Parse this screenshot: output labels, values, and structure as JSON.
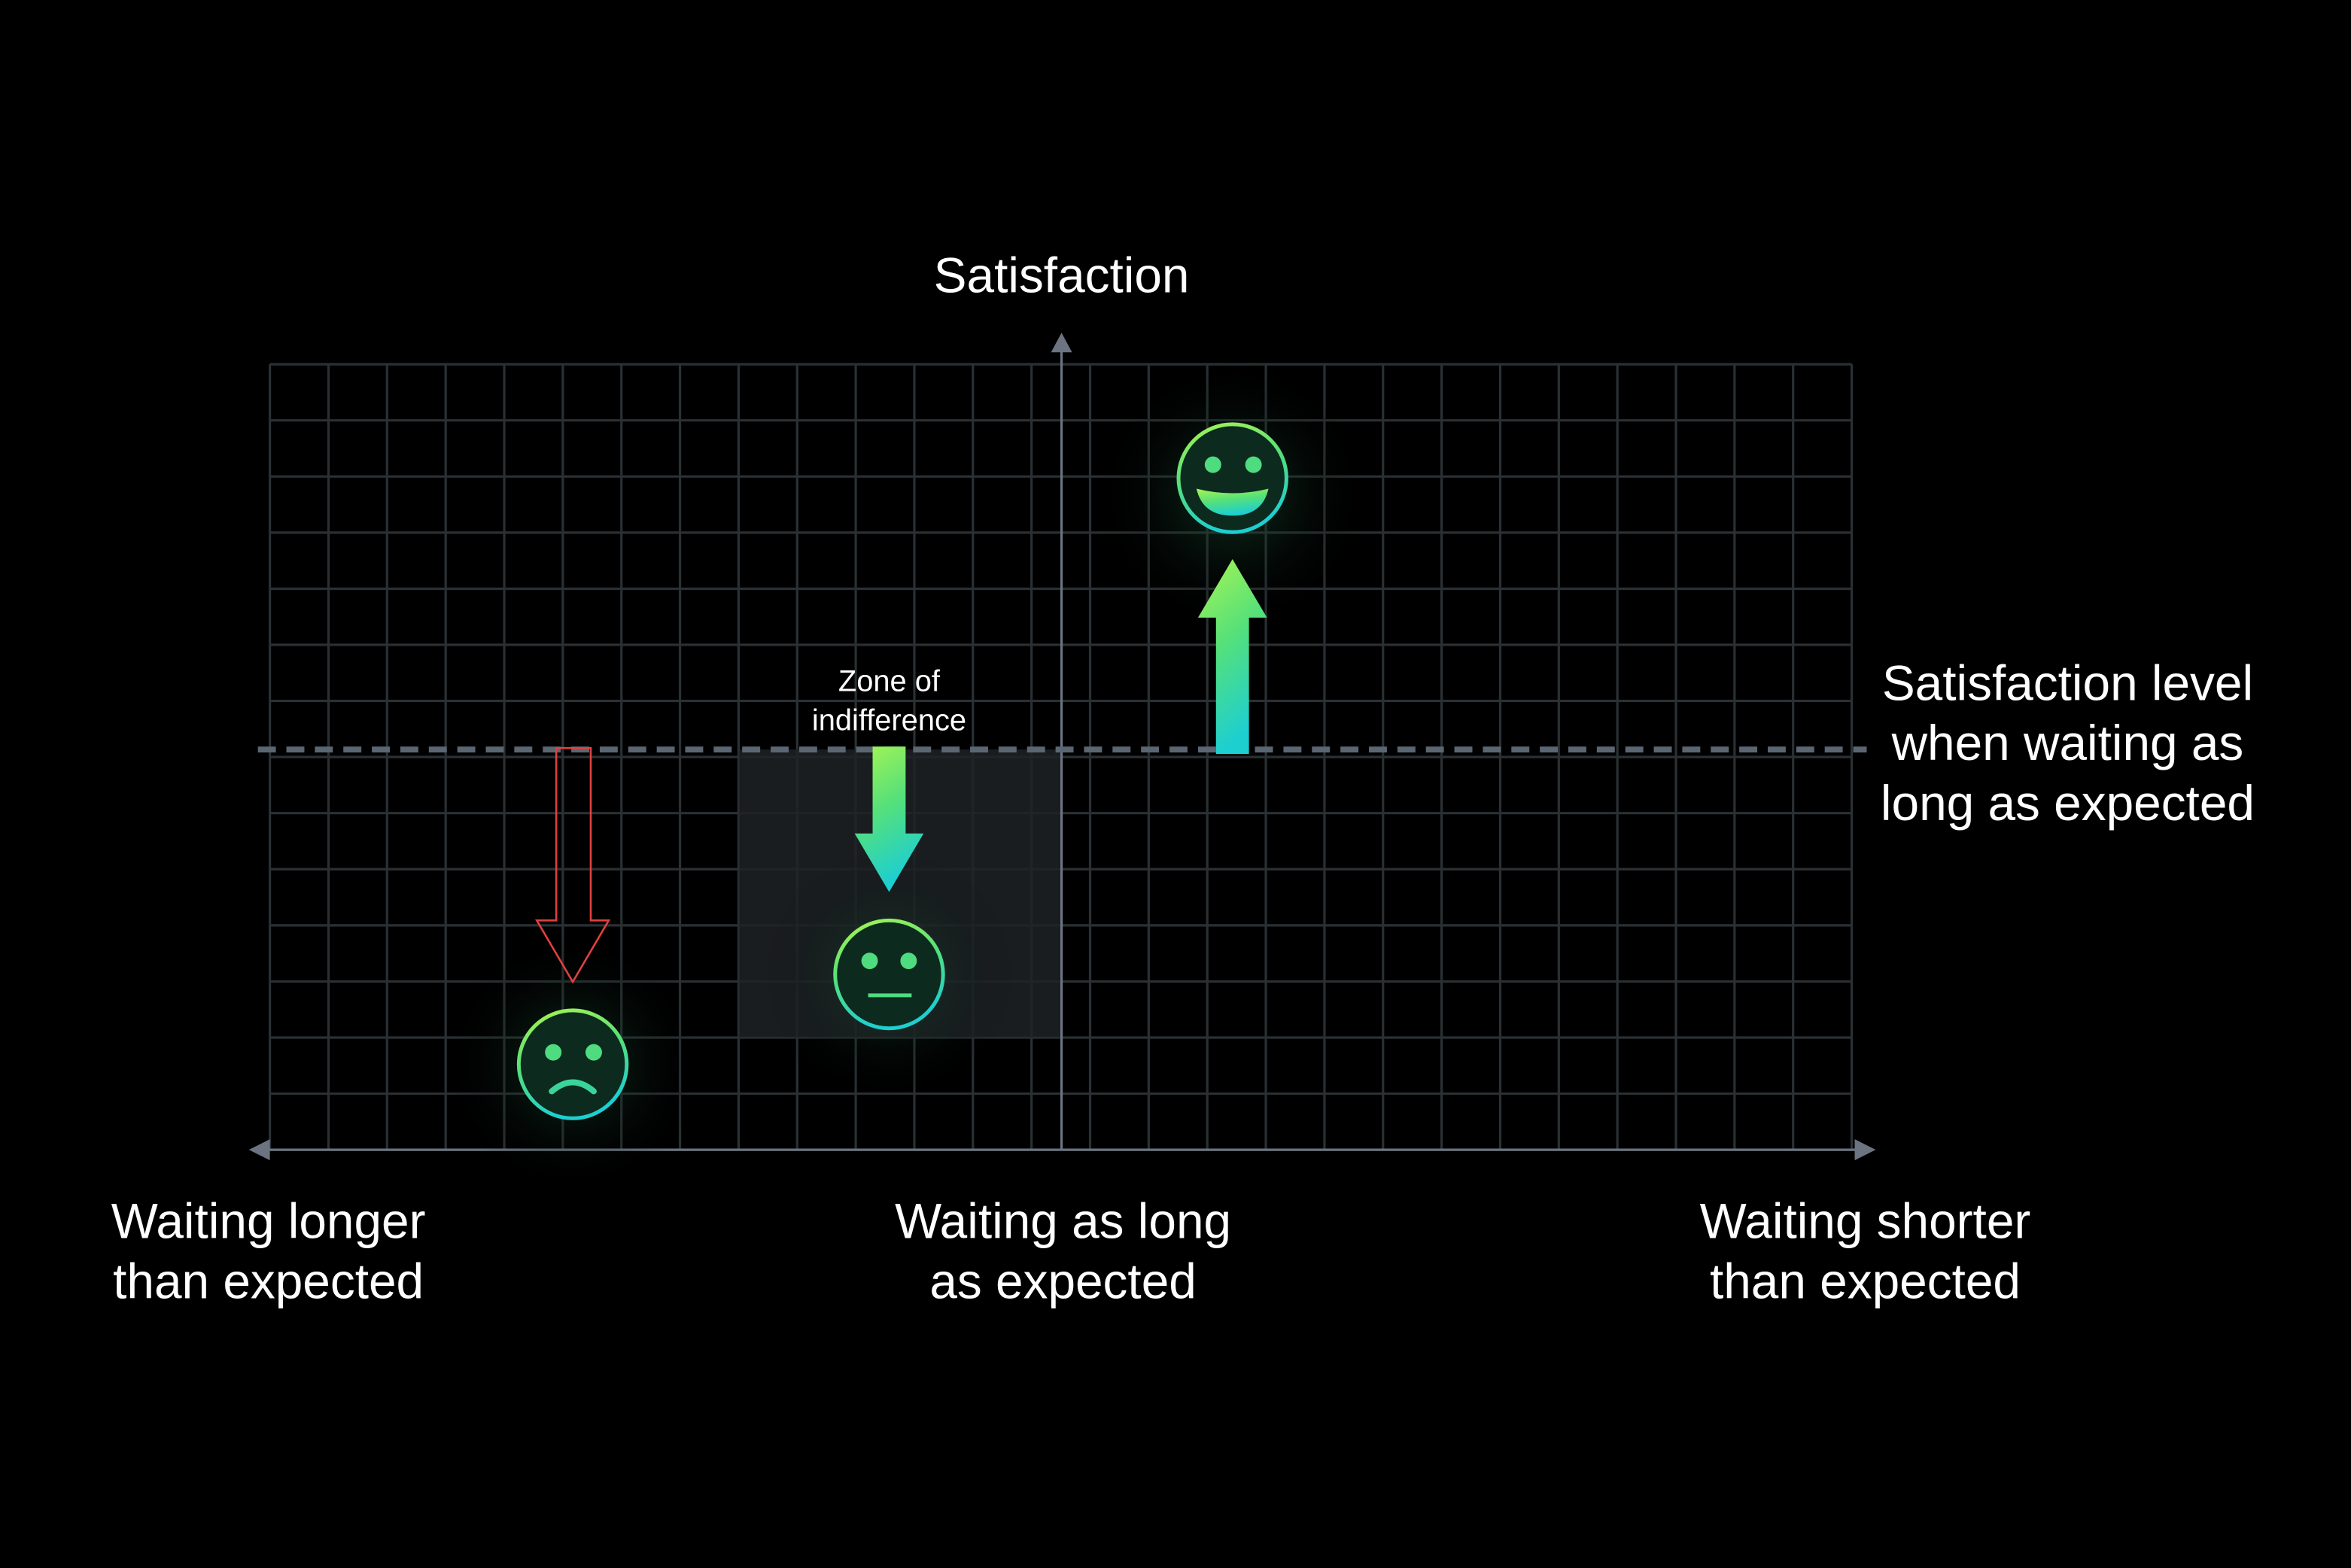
{
  "y_axis_label": "Satisfaction",
  "reference_line_label": [
    "Satisfaction level",
    "when  waiting as",
    "long as expected"
  ],
  "zone_label": [
    "Zone of",
    "indifference"
  ],
  "x_labels": {
    "left": [
      "Waiting longer",
      "than expected"
    ],
    "center": [
      "Waiting as long",
      "as expected"
    ],
    "right": [
      "Waiting shorter",
      "than expected"
    ]
  },
  "faces": [
    {
      "mood": "sad",
      "icon": "sad-face-icon",
      "arrow": "down",
      "arrow_color": "#e04040"
    },
    {
      "mood": "neutral",
      "icon": "neutral-face-icon",
      "arrow": "down"
    },
    {
      "mood": "happy",
      "icon": "happy-face-icon",
      "arrow": "up"
    }
  ],
  "colors": {
    "background": "#000000",
    "grid": "#2a3033",
    "axis": "#6b7480",
    "dashed_line": "#5a6672",
    "gradient_top": "#a8f552",
    "gradient_bottom": "#1ecfd0",
    "face_fill": "#0d2a1e",
    "zone_fill": "#1e2226",
    "red_arrow": "#e04040"
  }
}
